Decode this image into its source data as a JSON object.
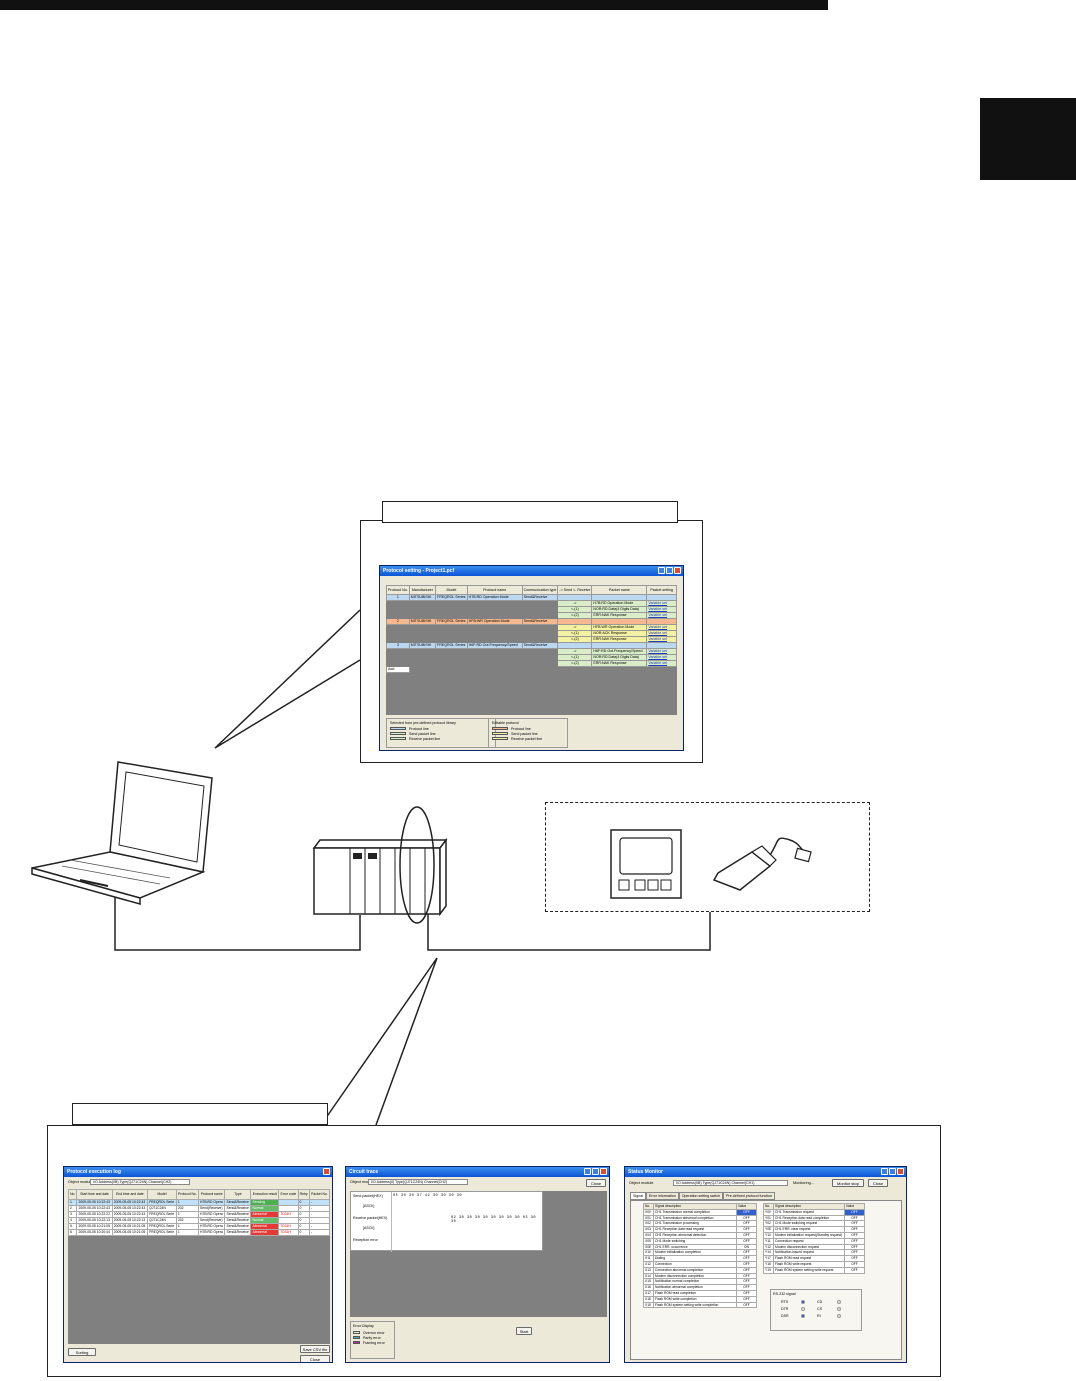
{
  "protocol_setting": {
    "title": "Protocol setting - Project1.pcf",
    "headers": [
      "Protocol No.",
      "Manufacturer",
      "Model",
      "Protocol name",
      "Communication type",
      "-> Send <- Receive",
      "Packet name",
      "Packet setting"
    ],
    "protocols": [
      {
        "no": "1",
        "manufacturer": "MITSUBISHI",
        "model": "FREQROL Series",
        "name": "H7B:RD Operation Mode",
        "type": "Send&Receive",
        "packets": [
          [
            "->",
            "H7B:RD Operation Mode",
            "Variable set"
          ],
          [
            "<-(1)",
            "NOR:RD Data(4 Digits Data)",
            "Variable set"
          ],
          [
            "<-(2)",
            "ERR:NAK Response",
            "Variable set"
          ]
        ]
      },
      {
        "no": "2",
        "manufacturer": "MITSUBISHI",
        "model": "FREQROL Series",
        "name": "HFB:WR Operation Mode",
        "type": "Send&Receive",
        "packets": [
          [
            "->",
            "HFB:WR Operation Mode",
            "Variable set"
          ],
          [
            "<-(1)",
            "NOR:ACK Response",
            "Variable set"
          ],
          [
            "<-(2)",
            "ERR:NAK Response",
            "Variable set"
          ]
        ]
      },
      {
        "no": "3",
        "manufacturer": "MITSUBISHI",
        "model": "FREQROL Series",
        "name": "H6F:RD Out.Frequency/Speed",
        "type": "Send&Receive",
        "packets": [
          [
            "->",
            "H6F:RD Out.Frequency/Speed",
            "Variable set"
          ],
          [
            "<-(1)",
            "NOR:RD Data(4 Digits Data)",
            "Variable set"
          ],
          [
            "<-(2)",
            "ERR:NAK Response",
            "Variable set"
          ]
        ]
      }
    ],
    "add_label": "Add",
    "legend_predefined_title": "Selected from pre-defined protocol library",
    "legend_predefined": [
      "Protocol line",
      "Send packet line",
      "Receive packet line"
    ],
    "legend_editable_title": "Editable protocol",
    "legend_editable": [
      "Protocol line",
      "Send packet line",
      "Receive packet line"
    ],
    "colors": {
      "protocol_line": "#bcd8f0",
      "send_line": "#d8edc8",
      "recv_line": "#d8edc8",
      "edit_protocol": "#f6b98f",
      "edit_send": "#f4f1a0",
      "edit_recv": "#f4f1a0"
    }
  },
  "log": {
    "title": "Protocol execution log",
    "object_module_label": "Object module",
    "object_module_value": "I/O Address(0B) Type(QJ71C24N) Channel(CH2)",
    "headers": [
      "No.",
      "Start time and date",
      "End time and date",
      "Model",
      "Protocol No.",
      "Protocol name",
      "Type",
      "Execution result",
      "Error code",
      "Retry",
      "Packet No."
    ],
    "rows": [
      [
        "1",
        "2009-05-05 10:22:43",
        "2009-05-05 10:22:43",
        "FREQROL Serie",
        "1",
        "H7B:RD Opera",
        "Send&Receive",
        "Sending",
        "",
        "0",
        "-"
      ],
      [
        "2",
        "2009-05-05 10:22:43",
        "2009-05-05 10:22:43",
        "QJ71C24N",
        "202",
        "Send(Receive)",
        "Send&Receive",
        "Normal",
        "",
        "0",
        "-"
      ],
      [
        "3",
        "2009-05-05 10:22:22",
        "2009-05-05 10:22:43",
        "FREQROL Serie",
        "1",
        "H7B:RD Opera",
        "Send&Receive",
        "Abnormal",
        "7D31H",
        "0",
        "-"
      ],
      [
        "4",
        "2009-05-05 10:22:13",
        "2009-05-05 10:22:13",
        "QJ71C24N",
        "202",
        "Send(Receive)",
        "Send&Receive",
        "Normal",
        "",
        "0",
        "-"
      ],
      [
        "5",
        "2009-05-05 10:21:05",
        "2009-05-05 10:21:05",
        "FREQROL Serie",
        "1",
        "H7B:RD Opera",
        "Send&Receive",
        "Abnormal",
        "7D31H",
        "0",
        "-"
      ],
      [
        "6",
        "2009-05-05 10:20:44",
        "2009-05-05 10:21:05",
        "FREQROL Serie",
        "1",
        "H7B:RD Opera",
        "Send&Receive",
        "Abnormal",
        "7D31H",
        "0",
        "-"
      ]
    ],
    "btn_sort": "Sorting",
    "btn_save": "Save CSV file",
    "btn_close": "Close"
  },
  "circuit": {
    "title": "Circuit trace",
    "object_module_label": "Object module",
    "object_module_value": "I/O Address(0) Type(QJ71C24N) Channel(CH2)",
    "btn_close": "Close",
    "send_label": "Send packet(HEX)",
    "send_hex": "05 30 30 37 42 30 30 30 30",
    "ascii_label": "[ASCII]",
    "recv_label": "Receive packet(HEX)",
    "recv_hex": "02 30 30 30 30 30 30 30 30 03 30 30",
    "error_label": "Reception error",
    "error_display_title": "Error Display",
    "error_legend": [
      "Overrun error",
      "Parity error",
      "Framing error"
    ],
    "btn_start": "Start"
  },
  "status": {
    "title": "Status Monitor",
    "object_module_label": "Object module",
    "object_module_value": "I/O Address(0B) Type(QJ71C24N) Channel(CH1)",
    "monitoring": "Monitoring...",
    "btn_stop": "Monitor stop",
    "btn_close": "Close",
    "tabs": [
      "Signal",
      "Error information",
      "Operation setting switch",
      "Pre-defined protocol function"
    ],
    "left_headers": [
      "No.",
      "Signal description",
      "Value"
    ],
    "left_rows": [
      [
        "X00",
        "CH1 Transmission normal completion",
        "OFF"
      ],
      [
        "X01",
        "CH1 Transmission abnormal completion",
        "OFF"
      ],
      [
        "X02",
        "CH1 Transmission processing",
        "OFF"
      ],
      [
        "X03",
        "CH1 Reception data read request",
        "OFF"
      ],
      [
        "X04",
        "CH1 Reception abnormal detection",
        "OFF"
      ],
      [
        "X05",
        "CH1 Mode switching",
        "OFF"
      ],
      [
        "X0E",
        "CH1 ERR. occurrence",
        "ON"
      ],
      [
        "X10",
        "Modem initialization completion",
        "OFF"
      ],
      [
        "X11",
        "Dialing",
        "OFF"
      ],
      [
        "X12",
        "Connection",
        "OFF"
      ],
      [
        "X13",
        "Connection abnormal completion",
        "OFF"
      ],
      [
        "X14",
        "Modem disconnection completion",
        "OFF"
      ],
      [
        "X15",
        "Notification normal completion",
        "OFF"
      ],
      [
        "X16",
        "Notification abnormal completion",
        "OFF"
      ],
      [
        "X17",
        "Flash ROM read completion",
        "OFF"
      ],
      [
        "X18",
        "Flash ROM write completion",
        "OFF"
      ],
      [
        "X19",
        "Flash ROM system setting write completion",
        "OFF"
      ]
    ],
    "right_headers": [
      "No.",
      "Signal description",
      "Value"
    ],
    "right_rows": [
      [
        "Y00",
        "CH1 Transmission request",
        "OFF"
      ],
      [
        "Y01",
        "CH1 Reception data read completion",
        "OFF"
      ],
      [
        "Y02",
        "CH1 Mode switching request",
        "OFF"
      ],
      [
        "Y0E",
        "CH1 ERR. clear request",
        "OFF"
      ],
      [
        "Y10",
        "Modem initialization request(Standby request)",
        "OFF"
      ],
      [
        "Y11",
        "Connection request",
        "OFF"
      ],
      [
        "Y12",
        "Modem disconnection request",
        "OFF"
      ],
      [
        "Y14",
        "Notification-issued request",
        "OFF"
      ],
      [
        "Y17",
        "Flash ROM read request",
        "OFF"
      ],
      [
        "Y18",
        "Flash ROM write request",
        "OFF"
      ],
      [
        "Y19",
        "Flash ROM system setting write request",
        "OFF"
      ]
    ],
    "rs232_title": "RS-232 signal",
    "rs232": [
      [
        "RTS",
        "CD"
      ],
      [
        "DTR",
        "CS"
      ],
      [
        "DSR",
        "RI"
      ]
    ]
  }
}
